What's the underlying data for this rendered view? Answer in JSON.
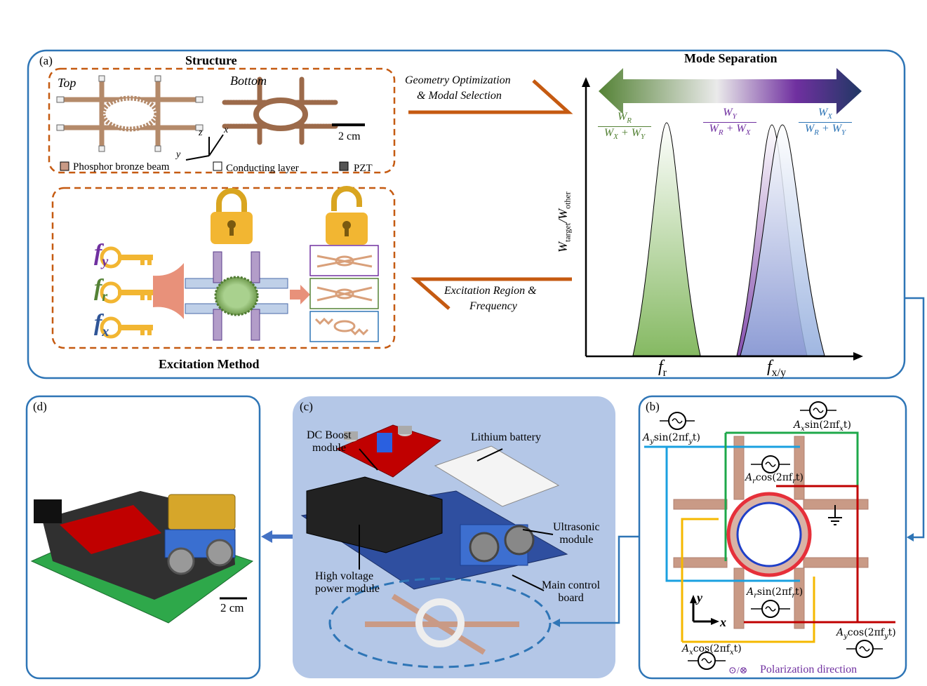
{
  "panel_a": {
    "label": "(a)",
    "structure": {
      "title": "Structure",
      "top_label": "Top",
      "bottom_label": "Bottom",
      "scale": "2 cm",
      "axis_z": "z",
      "axis_x": "x",
      "axis_y": "y",
      "legend": [
        {
          "label": "Phosphor bronze beam",
          "color": "#c99a86"
        },
        {
          "label": "Conducting layer",
          "color": "#ffffff"
        },
        {
          "label": "PZT",
          "color": "#555555"
        }
      ]
    },
    "excitation": {
      "title": "Excitation Method",
      "keys": [
        "f",
        "f",
        "f"
      ],
      "key_subs": [
        "y",
        "r",
        "x"
      ],
      "key_colors": [
        "#7030a0",
        "#548235",
        "#2f5597"
      ]
    },
    "arrow_top": {
      "line1": "Geometry Optimization",
      "line2": "& Modal Selection"
    },
    "arrow_bottom": {
      "line1": "Excitation Region &",
      "line2": "Frequency"
    },
    "mode_separation": {
      "title": "Mode Separation",
      "ylabel_main": "W",
      "ylabel_sub1": "target",
      "ylabel_sep": "/W",
      "ylabel_sub2": "other",
      "x_ticks": [
        "f",
        "f"
      ],
      "x_tick_subs": [
        "r",
        "x/y"
      ],
      "fractions": [
        {
          "num": "W",
          "num_sub": "R",
          "den": "W",
          "den_sub1": "X",
          "den_plus": " + W",
          "den_sub2": "Y",
          "color": "#548235"
        },
        {
          "num": "W",
          "num_sub": "Y",
          "den": "W",
          "den_sub1": "R",
          "den_plus": " + W",
          "den_sub2": "X",
          "color": "#7030a0"
        },
        {
          "num": "W",
          "num_sub": "X",
          "den": "W",
          "den_sub1": "R",
          "den_plus": " + W",
          "den_sub2": "Y",
          "color": "#2e75b6"
        }
      ]
    }
  },
  "panel_b": {
    "label": "(b)",
    "signals": [
      {
        "amp": "A",
        "amp_sub": "y",
        "fn": "sin(2πf",
        "f_sub": "y",
        "tail": "t)"
      },
      {
        "amp": "A",
        "amp_sub": "x",
        "fn": "sin(2πf",
        "f_sub": "x",
        "tail": "t)"
      },
      {
        "amp": "A",
        "amp_sub": "r",
        "fn": "cos(2πf",
        "f_sub": "r",
        "tail": "t)"
      },
      {
        "amp": "A",
        "amp_sub": "r",
        "fn": "sin(2πf",
        "f_sub": "r",
        "tail": "t)"
      },
      {
        "amp": "A",
        "amp_sub": "y",
        "fn": "cos(2πf",
        "f_sub": "y",
        "tail": "t)"
      },
      {
        "amp": "A",
        "amp_sub": "x",
        "fn": "cos(2πf",
        "f_sub": "x",
        "tail": "t)"
      }
    ],
    "axis_y": "y",
    "axis_x": "x",
    "polarization_symbol": "⊙/⊗",
    "polarization_text": "Polarization direction",
    "colors": {
      "blue": "#1aa0e0",
      "green": "#1ea84a",
      "red": "#c00000",
      "yellow": "#f5b800"
    }
  },
  "panel_c": {
    "label": "(c)",
    "labels": {
      "dc_boost_line1": "DC Boost",
      "dc_boost_line2": "module",
      "battery": "Lithium battery",
      "ultrasonic_line1": "Ultrasonic",
      "ultrasonic_line2": "module",
      "high_voltage_line1": "High voltage",
      "high_voltage_line2": "power module",
      "main_control_line1": "Main control",
      "main_control_line2": "board"
    },
    "bg_color": "#b4c7e7"
  },
  "panel_d": {
    "label": "(d)",
    "scale": "2 cm"
  }
}
